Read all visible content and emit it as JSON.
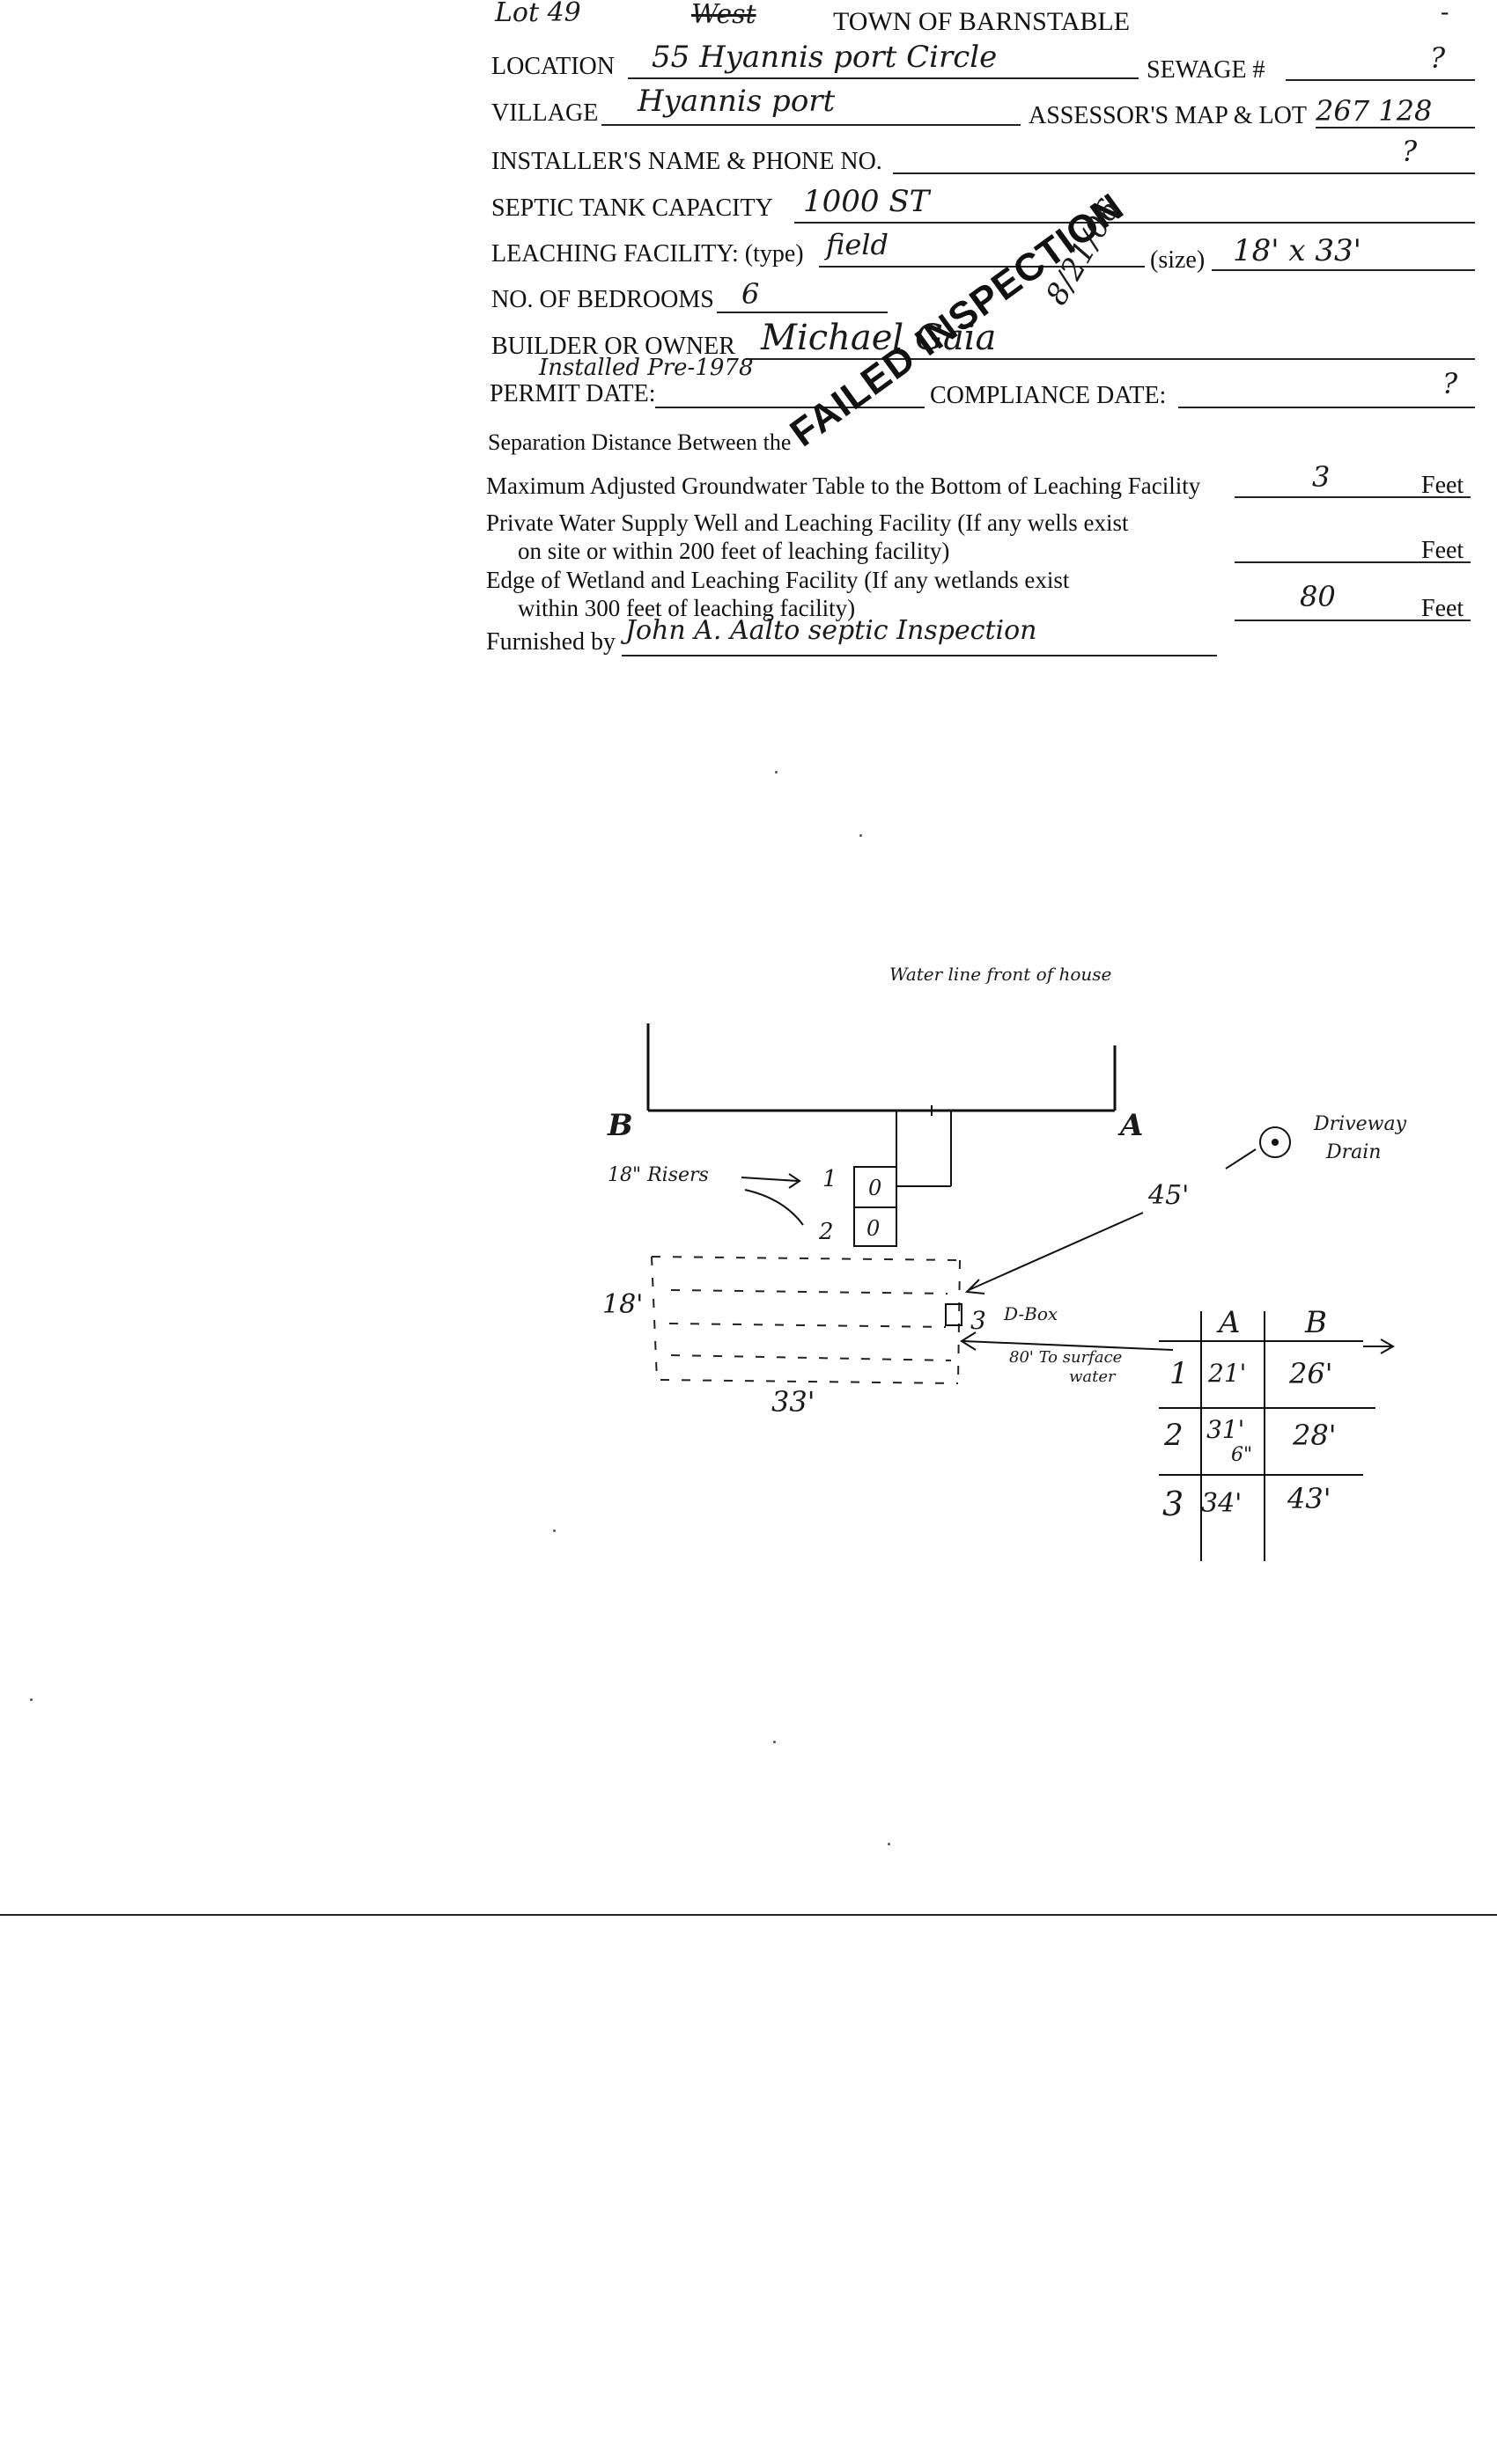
{
  "header": {
    "lot_note": "Lot 49",
    "struck_word": "West",
    "title": "TOWN OF BARNSTABLE",
    "corner_mark": "-"
  },
  "form": {
    "location": {
      "label": "LOCATION",
      "value": "55 Hyannis port Circle"
    },
    "sewage": {
      "label": "SEWAGE #",
      "value": "?"
    },
    "village": {
      "label": "VILLAGE",
      "value": "Hyannis port"
    },
    "map_lot": {
      "label": "ASSESSOR'S MAP & LOT",
      "value": "267 128"
    },
    "installer": {
      "label": "INSTALLER'S NAME & PHONE NO.",
      "value": "?"
    },
    "tank": {
      "label": "SEPTIC TANK CAPACITY",
      "value": "1000 ST"
    },
    "leaching": {
      "label": "LEACHING FACILITY: (type)",
      "type_value": "field",
      "size_label": "(size)",
      "size_value": "18' x 33'"
    },
    "bedrooms": {
      "label": "NO. OF BEDROOMS",
      "value": "6"
    },
    "owner": {
      "label": "BUILDER OR OWNER",
      "value": "Michael Gaia"
    },
    "installed_note": "Installed Pre-1978",
    "permit": {
      "label": "PERMIT DATE:"
    },
    "compliance": {
      "label": "COMPLIANCE DATE:",
      "value": "?"
    },
    "separation_heading": "Separation Distance Between the",
    "rows": [
      {
        "line1": "Maximum Adjusted Groundwater Table to the Bottom of Leaching Facility",
        "line2": "",
        "value": "3",
        "unit": "Feet"
      },
      {
        "line1": "Private Water Supply Well and Leaching Facility  (If any wells exist",
        "line2": "on site or within 200 feet of leaching facility)",
        "value": "",
        "unit": "Feet"
      },
      {
        "line1": "Edge of Wetland and Leaching Facility (If any wetlands exist",
        "line2": "within 300 feet of leaching facility)",
        "value": "80",
        "unit": "Feet"
      }
    ],
    "furnished": {
      "label": "Furnished by",
      "value": "John A. Aalto   septic Inspection"
    }
  },
  "stamp": {
    "text": "FAILED INSPECTION",
    "date": "8/21/06"
  },
  "sketch": {
    "top_note": "Water line front of house",
    "corner_a": "B",
    "corner_b": "A",
    "risers_label": "18\" Risers",
    "riser_1": "1",
    "riser_2": "2",
    "riser_mark": "0",
    "driveway_label_1": "Driveway",
    "driveway_label_2": "Drain",
    "distance_45": "45'",
    "field_width": "18'",
    "field_length": "33'",
    "dbox_num": "3",
    "dbox_label": "D-Box",
    "surface_1": "80' To surface",
    "surface_2": "water",
    "table": {
      "col_a": "A",
      "col_b": "B",
      "rows": [
        {
          "n": "1",
          "a": "21'",
          "a2": "",
          "b": "26'"
        },
        {
          "n": "2",
          "a": "31'",
          "a2": "6\"",
          "b": "28'"
        },
        {
          "n": "3",
          "a": "34'",
          "a2": "",
          "b": "43'"
        }
      ]
    }
  }
}
